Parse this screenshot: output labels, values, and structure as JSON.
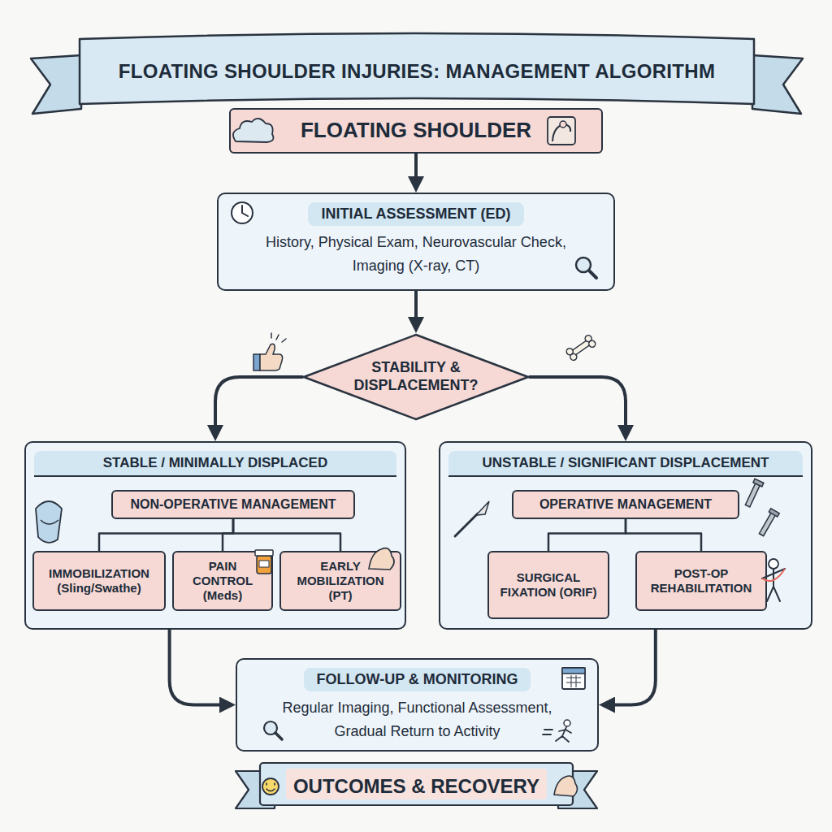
{
  "diagram": {
    "title": "FLOATING SHOULDER INJURIES: MANAGEMENT ALGORITHM",
    "nodes": [
      {
        "text": [
          "FLOATING SHOULDER"
        ]
      },
      {
        "text": [
          "INITIAL ASSESSMENT (ED)",
          "History, Physical Exam, Neurovascular Check, Imaging (X-ray, CT)"
        ]
      },
      {
        "text": [
          "STABILITY & DISPLACEMENT?"
        ]
      },
      {
        "text": [
          "STABLE / MINIMALLY DISPLACED"
        ]
      },
      {
        "text": [
          "NON-OPERATIVE MANAGEMENT"
        ],
        "in": 3
      },
      {
        "text": [
          "IMMOBILIZATION (Sling/Swathe)"
        ],
        "in": 3
      },
      {
        "text": [
          "PAIN CONTROL (Meds)"
        ],
        "in": 3
      },
      {
        "text": [
          "EARLY MOBILIZATION (PT)"
        ],
        "in": 3
      },
      {
        "text": [
          "UNSTABLE / SIGNIFICANT DISPLACEMENT"
        ]
      },
      {
        "text": [
          "OPERATIVE MANAGEMENT"
        ],
        "in": 8
      },
      {
        "text": [
          "SURGICAL FIXATION (ORIF)"
        ],
        "in": 8
      },
      {
        "text": [
          "POST-OP REHABILITATION"
        ],
        "in": 8
      },
      {
        "text": [
          "FOLLOW-UP & MONITORING",
          "Regular Imaging, Functional Assessment, Gradual Return to Activity"
        ]
      },
      {
        "text": [
          "OUTCOMES & RECOVERY"
        ]
      }
    ],
    "edges": [
      {
        "from": 0,
        "to": 1,
        "arrow": "to"
      },
      {
        "from": 1,
        "to": 2,
        "arrow": "to"
      },
      {
        "from": 2,
        "to": 3,
        "arrow": "to"
      },
      {
        "from": 2,
        "to": 8,
        "arrow": "to"
      },
      {
        "from": 4,
        "to": 5,
        "arrow": "none"
      },
      {
        "from": 4,
        "to": 6,
        "arrow": "none"
      },
      {
        "from": 4,
        "to": 7,
        "arrow": "none"
      },
      {
        "from": 9,
        "to": 10,
        "arrow": "none"
      },
      {
        "from": 9,
        "to": 11,
        "arrow": "none"
      },
      {
        "from": 3,
        "to": 12,
        "arrow": "to"
      },
      {
        "from": 8,
        "to": 12,
        "arrow": "to"
      }
    ]
  }
}
